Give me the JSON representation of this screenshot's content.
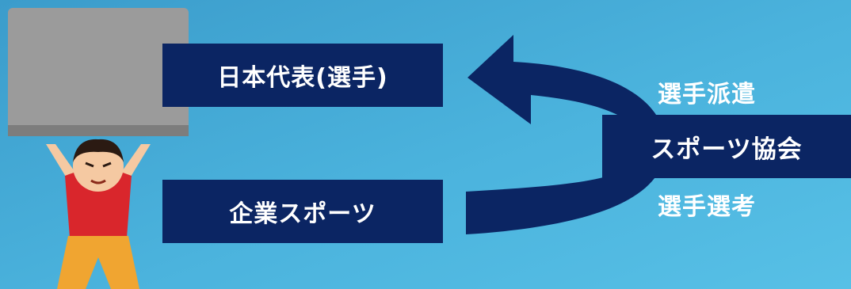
{
  "diagram": {
    "target_top": "日本代表(選手)",
    "target_bottom": "企業スポーツ",
    "association": "スポーツ協会",
    "action_top": "選手派遣",
    "action_bottom": "選手選考"
  },
  "colors": {
    "background": "#4bb3dd",
    "box_fill": "#0b2563",
    "arrow_fill": "#0b2563",
    "text": "#ffffff"
  },
  "icons": {
    "illustration": "person-lifting-box-icon"
  }
}
